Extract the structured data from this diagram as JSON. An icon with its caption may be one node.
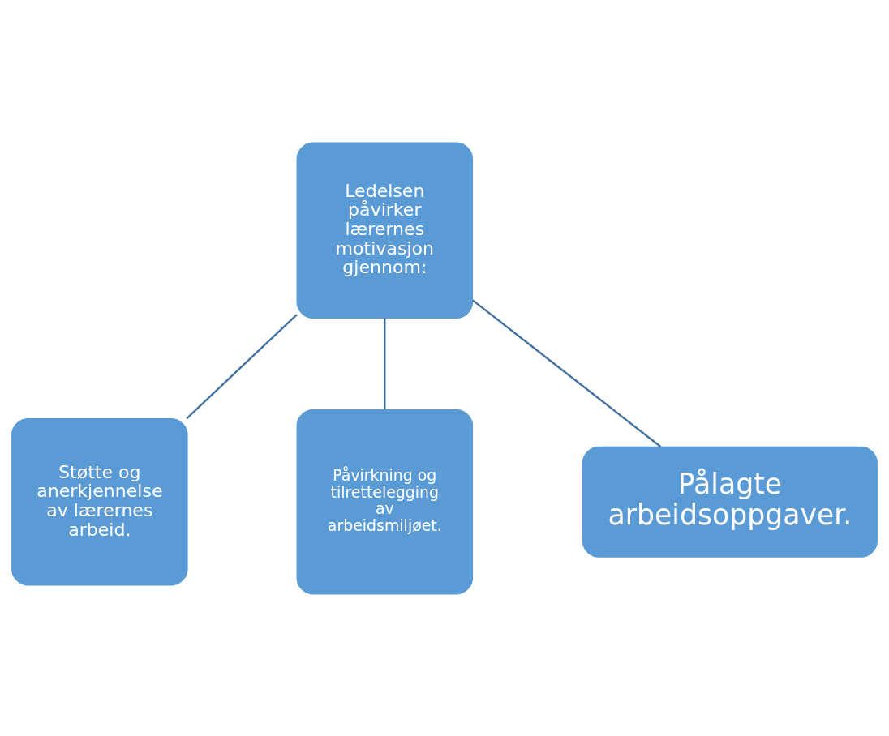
{
  "diagram": {
    "nodes": [
      {
        "text": [
          "Støtte og anerkjennelse av lærernes arbeid."
        ]
      },
      {
        "text": [
          "Ledelsen påvirker lærernes motivasjon gjennom:"
        ]
      },
      {
        "text": [
          "Påvirkning og tilrettelegging av arbeidsmiljøet."
        ]
      },
      {
        "text": [
          "Pålagte arbeidsoppgaver."
        ]
      }
    ],
    "edges": [
      {
        "from": 1,
        "to": 0,
        "arrow": "none"
      },
      {
        "from": 1,
        "to": 2,
        "arrow": "none"
      },
      {
        "from": 1,
        "to": 3,
        "arrow": "none"
      }
    ]
  }
}
